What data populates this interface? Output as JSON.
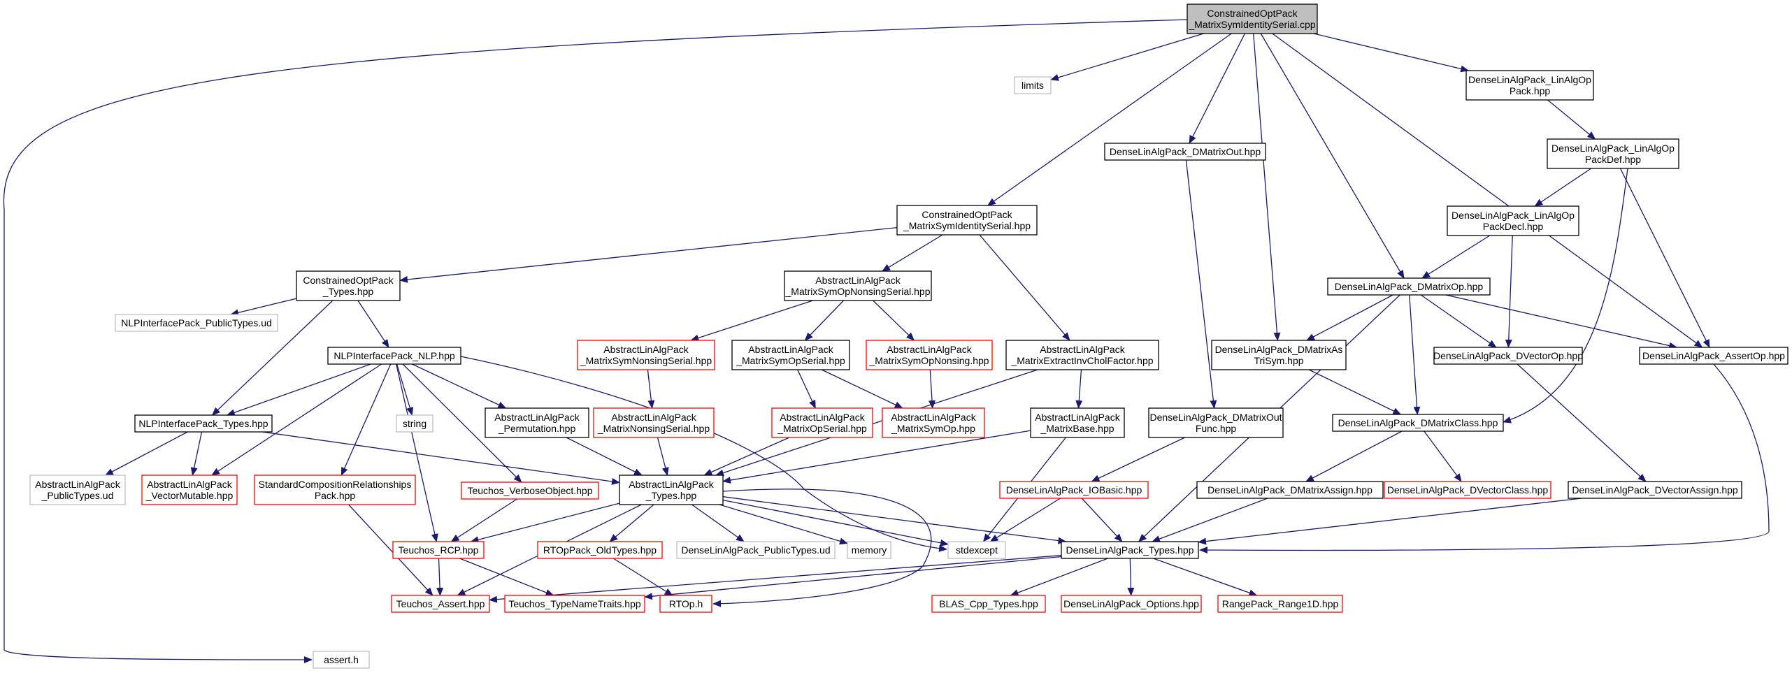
{
  "colors": {
    "edge": "#191970",
    "border_normal": "#000000",
    "border_missing": "#ff0000",
    "border_external": "#bfbfbf",
    "fill_root": "#bfbfbf",
    "fill_normal": "#ffffff",
    "text": "#000000"
  },
  "nodes": {
    "root": {
      "lines": [
        "ConstrainedOptPack",
        "_MatrixSymIdentitySerial.cpp"
      ],
      "kind": "root"
    },
    "limits": {
      "lines": [
        "limits"
      ],
      "kind": "external"
    },
    "dense_linalgop_pack": {
      "lines": [
        "DenseLinAlgPack_LinAlgOp",
        "Pack.hpp"
      ],
      "kind": "normal"
    },
    "dense_dmatrixout": {
      "lines": [
        "DenseLinAlgPack_DMatrixOut.hpp"
      ],
      "kind": "normal"
    },
    "dense_linalgop_packdef": {
      "lines": [
        "DenseLinAlgPack_LinAlgOp",
        "PackDef.hpp"
      ],
      "kind": "normal"
    },
    "cop_matrixsymidentity_hpp": {
      "lines": [
        "ConstrainedOptPack",
        "_MatrixSymIdentitySerial.hpp"
      ],
      "kind": "normal"
    },
    "dense_linalgop_packdecl": {
      "lines": [
        "DenseLinAlgPack_LinAlgOp",
        "PackDecl.hpp"
      ],
      "kind": "normal"
    },
    "cop_types": {
      "lines": [
        "ConstrainedOptPack",
        "_Types.hpp"
      ],
      "kind": "normal"
    },
    "alp_symopnonsingserial": {
      "lines": [
        "AbstractLinAlgPack",
        "_MatrixSymOpNonsingSerial.hpp"
      ],
      "kind": "normal"
    },
    "dense_dmatrixop": {
      "lines": [
        "DenseLinAlgPack_DMatrixOp.hpp"
      ],
      "kind": "normal"
    },
    "nlp_publictypes_ud": {
      "lines": [
        "NLPInterfacePack_PublicTypes.ud"
      ],
      "kind": "external"
    },
    "nlp_nlp": {
      "lines": [
        "NLPInterfacePack_NLP.hpp"
      ],
      "kind": "normal"
    },
    "alp_symnonsingserial": {
      "lines": [
        "AbstractLinAlgPack",
        "_MatrixSymNonsingSerial.hpp"
      ],
      "kind": "missing"
    },
    "alp_symopserial": {
      "lines": [
        "AbstractLinAlgPack",
        "_MatrixSymOpSerial.hpp"
      ],
      "kind": "normal"
    },
    "alp_symopnonsing": {
      "lines": [
        "AbstractLinAlgPack",
        "_MatrixSymOpNonsing.hpp"
      ],
      "kind": "missing"
    },
    "alp_extractinvchol": {
      "lines": [
        "AbstractLinAlgPack",
        "_MatrixExtractInvCholFactor.hpp"
      ],
      "kind": "normal"
    },
    "dense_dmatrixastrisym": {
      "lines": [
        "DenseLinAlgPack_DMatrixAs",
        "TriSym.hpp"
      ],
      "kind": "normal"
    },
    "dense_dvectorop": {
      "lines": [
        "DenseLinAlgPack_DVectorOp.hpp"
      ],
      "kind": "normal"
    },
    "dense_assertop": {
      "lines": [
        "DenseLinAlgPack_AssertOp.hpp"
      ],
      "kind": "normal"
    },
    "nlp_types": {
      "lines": [
        "NLPInterfacePack_Types.hpp"
      ],
      "kind": "normal"
    },
    "string": {
      "lines": [
        "string"
      ],
      "kind": "external"
    },
    "alp_permutation": {
      "lines": [
        "AbstractLinAlgPack",
        "_Permutation.hpp"
      ],
      "kind": "normal"
    },
    "alp_nonsingserial": {
      "lines": [
        "AbstractLinAlgPack",
        "_MatrixNonsingSerial.hpp"
      ],
      "kind": "missing"
    },
    "alp_opserial": {
      "lines": [
        "AbstractLinAlgPack",
        "_MatrixOpSerial.hpp"
      ],
      "kind": "missing"
    },
    "alp_symop": {
      "lines": [
        "AbstractLinAlgPack",
        "_MatrixSymOp.hpp"
      ],
      "kind": "missing"
    },
    "alp_matrixbase": {
      "lines": [
        "AbstractLinAlgPack",
        "_MatrixBase.hpp"
      ],
      "kind": "normal"
    },
    "dense_dmatrixoutfunc": {
      "lines": [
        "DenseLinAlgPack_DMatrixOut",
        "Func.hpp"
      ],
      "kind": "normal"
    },
    "dense_dmatrixclass": {
      "lines": [
        "DenseLinAlgPack_DMatrixClass.hpp"
      ],
      "kind": "normal"
    },
    "alp_publictypes_ud": {
      "lines": [
        "AbstractLinAlgPack",
        "_PublicTypes.ud"
      ],
      "kind": "external"
    },
    "alp_vectormutable": {
      "lines": [
        "AbstractLinAlgPack",
        "_VectorMutable.hpp"
      ],
      "kind": "missing"
    },
    "std_composition": {
      "lines": [
        "StandardCompositionRelationships",
        "Pack.hpp"
      ],
      "kind": "missing"
    },
    "teuchos_verbose": {
      "lines": [
        "Teuchos_VerboseObject.hpp"
      ],
      "kind": "missing"
    },
    "alp_types": {
      "lines": [
        "AbstractLinAlgPack",
        "_Types.hpp"
      ],
      "kind": "normal"
    },
    "dense_iobasic": {
      "lines": [
        "DenseLinAlgPack_IOBasic.hpp"
      ],
      "kind": "missing"
    },
    "dense_dmatrixassign": {
      "lines": [
        "DenseLinAlgPack_DMatrixAssign.hpp"
      ],
      "kind": "normal"
    },
    "dense_dvectorclass": {
      "lines": [
        "DenseLinAlgPack_DVectorClass.hpp"
      ],
      "kind": "missing"
    },
    "dense_dvectorassign": {
      "lines": [
        "DenseLinAlgPack_DVectorAssign.hpp"
      ],
      "kind": "normal"
    },
    "teuchos_rcp": {
      "lines": [
        "Teuchos_RCP.hpp"
      ],
      "kind": "missing"
    },
    "rtop_oldtypes": {
      "lines": [
        "RTOpPack_OldTypes.hpp"
      ],
      "kind": "missing"
    },
    "dense_publictypes_ud": {
      "lines": [
        "DenseLinAlgPack_PublicTypes.ud"
      ],
      "kind": "external"
    },
    "memory": {
      "lines": [
        "memory"
      ],
      "kind": "external"
    },
    "stdexcept": {
      "lines": [
        "stdexcept"
      ],
      "kind": "external"
    },
    "dense_types": {
      "lines": [
        "DenseLinAlgPack_Types.hpp"
      ],
      "kind": "normal"
    },
    "teuchos_assert": {
      "lines": [
        "Teuchos_Assert.hpp"
      ],
      "kind": "missing"
    },
    "teuchos_typenametraits": {
      "lines": [
        "Teuchos_TypeNameTraits.hpp"
      ],
      "kind": "missing"
    },
    "rtop_h": {
      "lines": [
        "RTOp.h"
      ],
      "kind": "missing"
    },
    "blas_cpp_types": {
      "lines": [
        "BLAS_Cpp_Types.hpp"
      ],
      "kind": "missing"
    },
    "dense_options": {
      "lines": [
        "DenseLinAlgPack_Options.hpp"
      ],
      "kind": "missing"
    },
    "rangepack_range1d": {
      "lines": [
        "RangePack_Range1D.hpp"
      ],
      "kind": "missing"
    },
    "assert_h": {
      "lines": [
        "assert.h"
      ],
      "kind": "external"
    }
  },
  "edges": [
    [
      "root",
      "limits"
    ],
    [
      "root",
      "dense_linalgop_pack"
    ],
    [
      "root",
      "dense_dmatrixout"
    ],
    [
      "root",
      "cop_matrixsymidentity_hpp"
    ],
    [
      "root",
      "dense_dmatrixop"
    ],
    [
      "root",
      "dense_dmatrixastrisym"
    ],
    [
      "root",
      "dense_assertop"
    ],
    [
      "root",
      "assert_h"
    ],
    [
      "dense_linalgop_pack",
      "dense_linalgop_packdef"
    ],
    [
      "dense_linalgop_packdef",
      "dense_linalgop_packdecl"
    ],
    [
      "dense_linalgop_packdef",
      "dense_assertop"
    ],
    [
      "dense_linalgop_packdef",
      "dense_dmatrixclass"
    ],
    [
      "dense_linalgop_packdecl",
      "dense_dmatrixop"
    ],
    [
      "dense_linalgop_packdecl",
      "dense_dvectorop"
    ],
    [
      "dense_dmatrixout",
      "dense_dmatrixoutfunc"
    ],
    [
      "cop_matrixsymidentity_hpp",
      "cop_types"
    ],
    [
      "cop_matrixsymidentity_hpp",
      "alp_symopnonsingserial"
    ],
    [
      "cop_matrixsymidentity_hpp",
      "alp_extractinvchol"
    ],
    [
      "cop_types",
      "nlp_publictypes_ud"
    ],
    [
      "cop_types",
      "nlp_nlp"
    ],
    [
      "cop_types",
      "nlp_types"
    ],
    [
      "alp_symopnonsingserial",
      "alp_symnonsingserial"
    ],
    [
      "alp_symopnonsingserial",
      "alp_symopserial"
    ],
    [
      "alp_symopnonsingserial",
      "alp_symopnonsing"
    ],
    [
      "alp_symnonsingserial",
      "alp_nonsingserial"
    ],
    [
      "alp_symopserial",
      "alp_opserial"
    ],
    [
      "alp_symopserial",
      "alp_symop"
    ],
    [
      "alp_symopnonsing",
      "alp_symop"
    ],
    [
      "alp_extractinvchol",
      "alp_matrixbase"
    ],
    [
      "alp_extractinvchol",
      "alp_types"
    ],
    [
      "alp_nonsingserial",
      "alp_types"
    ],
    [
      "alp_opserial",
      "alp_types"
    ],
    [
      "alp_matrixbase",
      "alp_types"
    ],
    [
      "alp_matrixbase",
      "stdexcept"
    ],
    [
      "nlp_nlp",
      "nlp_types"
    ],
    [
      "nlp_nlp",
      "string"
    ],
    [
      "nlp_nlp",
      "alp_permutation"
    ],
    [
      "nlp_nlp",
      "alp_vectormutable"
    ],
    [
      "nlp_nlp",
      "std_composition"
    ],
    [
      "nlp_nlp",
      "teuchos_verbose"
    ],
    [
      "nlp_nlp",
      "teuchos_rcp"
    ],
    [
      "nlp_nlp",
      "stdexcept"
    ],
    [
      "nlp_types",
      "alp_publictypes_ud"
    ],
    [
      "nlp_types",
      "alp_vectormutable"
    ],
    [
      "nlp_types",
      "alp_types"
    ],
    [
      "alp_permutation",
      "alp_types"
    ],
    [
      "std_composition",
      "teuchos_assert"
    ],
    [
      "teuchos_verbose",
      "teuchos_rcp"
    ],
    [
      "alp_types",
      "teuchos_rcp"
    ],
    [
      "alp_types",
      "rtop_oldtypes"
    ],
    [
      "alp_types",
      "dense_publictypes_ud"
    ],
    [
      "alp_types",
      "memory"
    ],
    [
      "alp_types",
      "stdexcept"
    ],
    [
      "alp_types",
      "dense_types"
    ],
    [
      "alp_types",
      "teuchos_assert"
    ],
    [
      "alp_types",
      "rtop_h"
    ],
    [
      "teuchos_rcp",
      "teuchos_assert"
    ],
    [
      "teuchos_rcp",
      "teuchos_typenametraits"
    ],
    [
      "rtop_oldtypes",
      "rtop_h"
    ],
    [
      "dense_dmatrixop",
      "dense_dmatrixastrisym"
    ],
    [
      "dense_dmatrixop",
      "dense_dvectorop"
    ],
    [
      "dense_dmatrixop",
      "dense_assertop"
    ],
    [
      "dense_dmatrixop",
      "dense_dmatrixclass"
    ],
    [
      "dense_dmatrixop",
      "dense_types"
    ],
    [
      "dense_dmatrixastrisym",
      "dense_dmatrixclass"
    ],
    [
      "dense_dvectorop",
      "dense_dvectorassign"
    ],
    [
      "dense_assertop",
      "dense_types"
    ],
    [
      "dense_dmatrixoutfunc",
      "dense_iobasic"
    ],
    [
      "dense_iobasic",
      "dense_types"
    ],
    [
      "dense_iobasic",
      "stdexcept"
    ],
    [
      "dense_dmatrixclass",
      "dense_dmatrixassign"
    ],
    [
      "dense_dmatrixclass",
      "dense_dvectorclass"
    ],
    [
      "dense_dmatrixassign",
      "dense_types"
    ],
    [
      "dense_dvectorassign",
      "dense_types"
    ],
    [
      "dense_types",
      "teuchos_assert"
    ],
    [
      "dense_types",
      "teuchos_typenametraits"
    ],
    [
      "dense_types",
      "blas_cpp_types"
    ],
    [
      "dense_types",
      "dense_options"
    ],
    [
      "dense_types",
      "rangepack_range1d"
    ]
  ]
}
